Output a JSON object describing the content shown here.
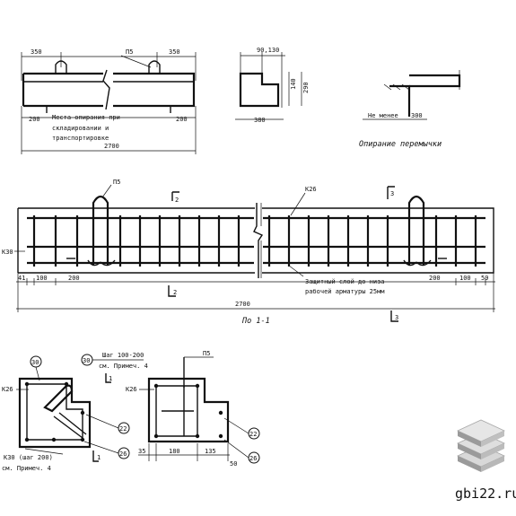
{
  "top_view": {
    "dim_left": "350",
    "dim_right": "350",
    "loop_label": "П5",
    "note_line1": "Места опирания при",
    "note_line2": "складировании и",
    "note_line3": "транспортировке",
    "dim_bottom_left": "200",
    "dim_bottom_right": "200",
    "length": "2700"
  },
  "section_small": {
    "dim_top": "90,130",
    "dim_h1": "140",
    "dim_h2": "290",
    "width": "380"
  },
  "support": {
    "label": "Не менее",
    "value": "300",
    "caption": "Опирание перемычки"
  },
  "main_view": {
    "loop_left": "П5",
    "bar_top": "К26",
    "bar_left": "К30",
    "cut_top_left": "2",
    "cut_top_right": "3",
    "cut_bottom_left": "2",
    "cut_bottom_right": "3",
    "dim_left_1": "41",
    "dim_left_2": "100",
    "dim_left_3": "200",
    "dim_right_1": "200",
    "dim_right_2": "100",
    "dim_right_3": "59",
    "cover_note_1": "Защитный слой до низа",
    "cover_note_2": "рабочей арматуры 25мм",
    "total_length": "2700",
    "caption": "По 1-1"
  },
  "section_left": {
    "label_top": "30",
    "bar": "К26",
    "bar_22": "22",
    "bar_26": "26",
    "note_1": "К30 (шаг 200)",
    "note_2": "см. Примеч. 4",
    "cut_mark": "1"
  },
  "section_right": {
    "label_30": "30",
    "step_note": "Шаг 100-200",
    "step_note2": "см. Примеч. 4",
    "loop": "П5",
    "cut_mark": "1",
    "bar": "К26",
    "bar_22": "22",
    "bar_26": "26",
    "dim_1": "35",
    "dim_2": "180",
    "dim_3": "135",
    "dim_4": "50"
  },
  "watermark": {
    "text": "gbi22.ru"
  }
}
